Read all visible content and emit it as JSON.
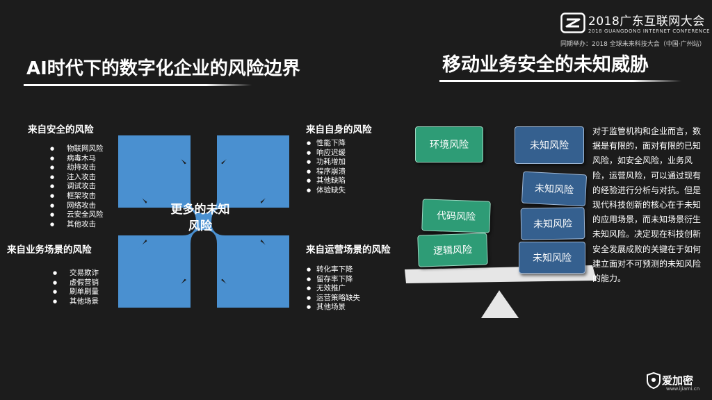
{
  "header": {
    "conference_title": "2018广东互联网大会",
    "conference_subtitle": "2018 GUANGDONG INTERNET CONFERENCE",
    "co_event": "同期举办：2018 全球未来科技大会（中国·广州站）"
  },
  "left_panel": {
    "title": "AI时代下的数字化企业的风险边界",
    "center_label": [
      "更多的未知",
      "风险"
    ],
    "quadrants": {
      "top_left": {
        "title": "来自安全的风险",
        "items": [
          "物联网风险",
          "病毒木马",
          "劫持攻击",
          "注入攻击",
          "调试攻击",
          "框架攻击",
          "网络攻击",
          "云安全风险",
          "其他攻击"
        ]
      },
      "top_right": {
        "title": "来自自身的风险",
        "items": [
          "性能下降",
          "响应迟缓",
          "功耗增加",
          "程序崩溃",
          "其他缺陷",
          "体验缺失"
        ]
      },
      "bottom_left": {
        "title": "来自业务场景的风险",
        "items": [
          "交易欺诈",
          "虚假营销",
          "刷单刷量",
          "其他场景"
        ]
      },
      "bottom_right": {
        "title": "来自运营场景的风险",
        "items": [
          "转化率下降",
          "留存率下降",
          "无效推广",
          "运营策略缺失",
          "其他场景"
        ]
      }
    },
    "colors": {
      "shape": "#4a90d0"
    }
  },
  "right_panel": {
    "title": "移动业务安全的未知威胁",
    "scale_left": [
      "环境风险",
      "代码风险",
      "逻辑风险"
    ],
    "scale_right": [
      "未知风险",
      "未知风险",
      "未知风险",
      "未知风险"
    ],
    "paragraph": "对于监管机构和企业而言，数据是有限的，面对有限的已知风险，如安全风险，业务风险，运营风险，可以通过现有的经验进行分析与对抗。但是现代科技创新的核心在于未知的应用场景，而未知场景衍生未知风险。决定现在科技创新安全发展成败的关键在于如何建立面对不可预测的未知风险的能力。",
    "colors": {
      "known": "#2e9c76",
      "unknown": "#35608f",
      "scale": "#e6e6e6"
    }
  },
  "footer": {
    "brand_name": "爱加密",
    "brand_url": "www.ijiami.cn"
  }
}
